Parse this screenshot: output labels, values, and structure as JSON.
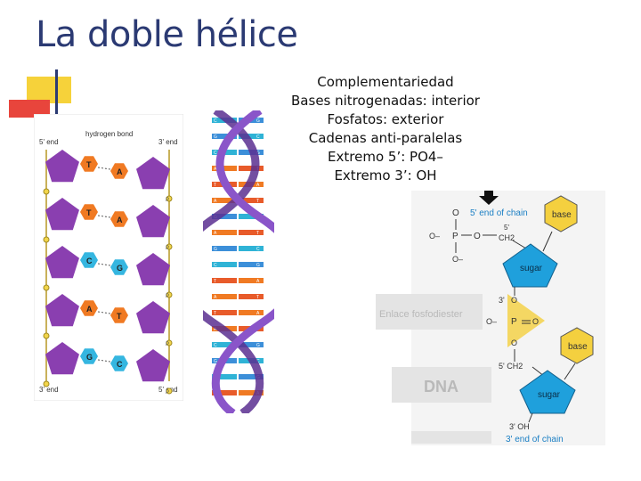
{
  "slide": {
    "title": "La doble hélice",
    "lines": [
      "Complementariedad",
      "Bases nitrogenadas: interior",
      "Fosfatos: exterior",
      "Cadenas anti-paralelas",
      "Extremo 5’: PO4–",
      "Extremo 3’: OH"
    ]
  },
  "left_diagram": {
    "hydrogen_bond": "hydrogen bond",
    "five_end": "5' end",
    "three_end": "3' end",
    "left_pairs": [
      [
        "T",
        "A"
      ],
      [
        "T",
        "A"
      ],
      [
        "C",
        "G"
      ],
      [
        "A",
        "T"
      ],
      [
        "G",
        "C"
      ]
    ],
    "phosphate": "P"
  },
  "helix": {
    "base_pairs": [
      "C G",
      "G C",
      "C G",
      "A T",
      "T A",
      "A T",
      "G C",
      "A T",
      "G C",
      "C G",
      "T A",
      "A T",
      "T A",
      "A T",
      "C G",
      "G C",
      "C G",
      "T A"
    ]
  },
  "chem_diagram": {
    "five_end_chain": "5' end of chain",
    "three_end_chain": "3' end of chain",
    "base": "base",
    "sugar": "sugar",
    "enlace": "Enlace fosfodiester",
    "dna": "DNA",
    "ch2": "CH2",
    "five_prime": "5'",
    "three_prime": "3'",
    "oh": "3' OH",
    "p": "P",
    "o": "O",
    "o_minus": "O–",
    "five_ch2": "5' CH2"
  },
  "colors": {
    "title": "#2b3a73",
    "sugar_purple": "#8a3fb0",
    "phosphate_yellow": "#f2d54a",
    "base_orange": "#f07a23",
    "base_teal": "#35b6e0",
    "chem_blue": "#1fa0dc",
    "chem_yellow": "#f4d03f"
  }
}
